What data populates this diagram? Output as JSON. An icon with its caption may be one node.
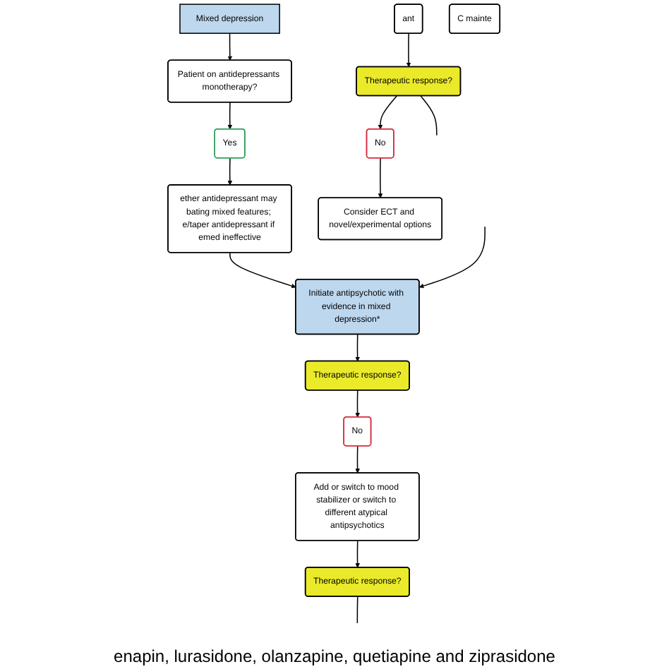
{
  "diagram": {
    "nodes": [
      {
        "text": [
          "Mixed depression"
        ]
      },
      {
        "text": [
          "Patient on antidepressants monotherapy?"
        ]
      },
      {
        "text": [
          "Yes"
        ]
      },
      {
        "text": [
          "ether antidepressant may bating mixed features; e/taper antidepressant if emed ineffective"
        ]
      },
      {
        "text": [
          "Initiate antipsychotic with evidence in mixed depression*"
        ]
      },
      {
        "text": [
          "Therapeutic response?"
        ]
      },
      {
        "text": [
          "No"
        ]
      },
      {
        "text": [
          "Add or switch to mood stabilizer or switch to different atypical antipsychotics"
        ]
      },
      {
        "text": [
          "Therapeutic response?"
        ]
      },
      {
        "text": [
          "ant"
        ]
      },
      {
        "text": [
          "Therapeutic response?"
        ]
      },
      {
        "text": [
          "No"
        ]
      },
      {
        "text": [
          "Consider ECT and novel/experimental options"
        ]
      },
      {
        "text": [
          "C mainte"
        ]
      }
    ],
    "edges": [
      {
        "from": 0,
        "to": 1,
        "arrow": "to"
      },
      {
        "from": 1,
        "to": 2,
        "arrow": "to"
      },
      {
        "from": 2,
        "to": 3,
        "arrow": "to"
      },
      {
        "from": 3,
        "to": 4,
        "arrow": "to"
      },
      {
        "from": 4,
        "to": 5,
        "arrow": "to"
      },
      {
        "from": null,
        "to": 4,
        "arrow": "to"
      },
      {
        "from": 5,
        "to": 6,
        "arrow": "to"
      },
      {
        "from": 6,
        "to": 7,
        "arrow": "to"
      },
      {
        "from": 7,
        "to": 8,
        "arrow": "to"
      },
      {
        "from": 8,
        "to": null,
        "arrow": "none"
      },
      {
        "from": 9,
        "to": 10,
        "arrow": "to"
      },
      {
        "from": 10,
        "to": null,
        "arrow": "none"
      },
      {
        "from": 10,
        "to": 11,
        "arrow": "to"
      },
      {
        "from": 11,
        "to": 12,
        "arrow": "to"
      }
    ],
    "labels": [
      "enapin, lurasidone, olanzapine, quetiapine and ziprasidone"
    ]
  }
}
